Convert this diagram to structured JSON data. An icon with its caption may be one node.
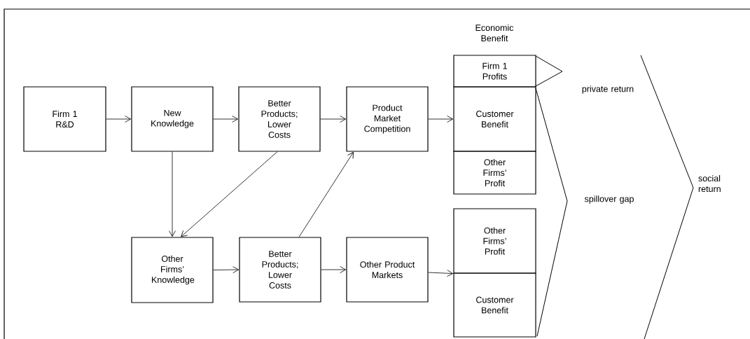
{
  "diagram": {
    "nodes": [
      {
        "text": [
          "Firm 1 R&D"
        ]
      },
      {
        "text": [
          "New Knowledge"
        ]
      },
      {
        "text": [
          "Better Products; Lower Costs"
        ]
      },
      {
        "text": [
          "Product Market Competition"
        ]
      },
      {
        "text": [
          "Firm 1 Profits"
        ]
      },
      {
        "text": [
          "Customer Benefit"
        ]
      },
      {
        "text": [
          "Other Firms’ Profit"
        ]
      },
      {
        "text": [
          "Other Firms’ Knowledge"
        ]
      },
      {
        "text": [
          "Better Products; Lower Costs"
        ]
      },
      {
        "text": [
          "Other Product Markets"
        ]
      },
      {
        "text": [
          "Other Firms’ Profit"
        ]
      },
      {
        "text": [
          "Customer Benefit"
        ]
      }
    ],
    "edges": [
      {
        "from": 0,
        "to": 1,
        "arrow": "to"
      },
      {
        "from": 1,
        "to": 2,
        "arrow": "to"
      },
      {
        "from": 2,
        "to": 3,
        "arrow": "to"
      },
      {
        "from": 3,
        "to": 5,
        "arrow": "to"
      },
      {
        "from": 1,
        "to": 7,
        "arrow": "to"
      },
      {
        "from": 2,
        "to": 7,
        "arrow": "to"
      },
      {
        "from": 8,
        "to": 3,
        "arrow": "to"
      },
      {
        "from": 7,
        "to": 8,
        "arrow": "to"
      },
      {
        "from": 8,
        "to": 9,
        "arrow": "to"
      },
      {
        "from": 9,
        "to": 10,
        "arrow": "to"
      }
    ],
    "labels": [
      "Economic Benefit",
      "private return",
      "spillover gap",
      "social return"
    ]
  }
}
